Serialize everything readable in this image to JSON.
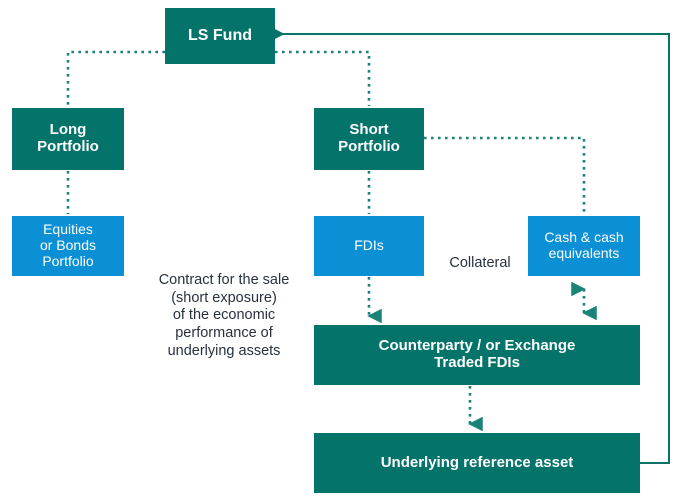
{
  "diagram": {
    "title": "Long/Short Fund structure diagram",
    "colors": {
      "teal": "#04736a",
      "blue": "#0b90d6",
      "connector": "#1a8378",
      "text_dark": "#27323f",
      "background": "#ffffff"
    },
    "nodes": [
      {
        "id": "ls-fund",
        "label": "LS Fund",
        "color": "teal"
      },
      {
        "id": "long-portfolio",
        "label": "Long\nPortfolio",
        "color": "teal"
      },
      {
        "id": "short-portfolio",
        "label": "Short\nPortfolio",
        "color": "teal"
      },
      {
        "id": "equities",
        "label": "Equities\nor Bonds\nPortfolio",
        "color": "blue"
      },
      {
        "id": "fdis",
        "label": "FDIs",
        "color": "blue"
      },
      {
        "id": "cash",
        "label": "Cash & cash\nequivalents",
        "color": "blue"
      },
      {
        "id": "counterparty",
        "label": "Counterparty / or Exchange\nTraded FDIs",
        "color": "teal"
      },
      {
        "id": "underlying",
        "label": "Underlying reference asset",
        "color": "teal"
      }
    ],
    "annotations": [
      {
        "id": "contract",
        "label": "Contract for the sale\n(short exposure)\nof the economic\nperformance of\nunderlying assets"
      },
      {
        "id": "collateral",
        "label": "Collateral"
      }
    ],
    "connectors": [
      {
        "id": "ls-fund-to-long-portfolio",
        "style": "dotted",
        "arrow": "none"
      },
      {
        "id": "ls-fund-to-short-portfolio",
        "style": "dotted",
        "arrow": "none"
      },
      {
        "id": "long-portfolio-to-equities",
        "style": "dotted",
        "arrow": "none"
      },
      {
        "id": "short-portfolio-to-fdis",
        "style": "dotted",
        "arrow": "none"
      },
      {
        "id": "short-portfolio-to-cash",
        "style": "dotted",
        "arrow": "none"
      },
      {
        "id": "fdis-to-counterparty",
        "style": "dotted",
        "arrow": "down"
      },
      {
        "id": "cash-to-counterparty",
        "style": "dotted",
        "arrow": "both"
      },
      {
        "id": "counterparty-to-underlying",
        "style": "dotted",
        "arrow": "down"
      },
      {
        "id": "underlying-to-ls-fund",
        "style": "solid",
        "arrow": "left"
      }
    ]
  }
}
